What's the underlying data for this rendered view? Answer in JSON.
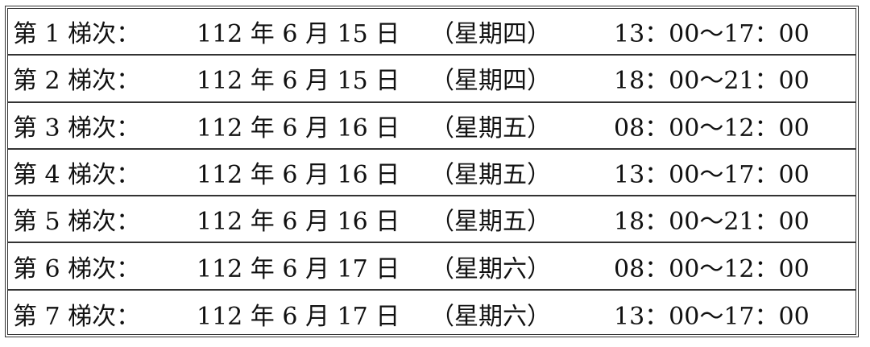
{
  "rows": [
    {
      "session": "第 1 梯次：",
      "date": "112 年 6 月 15 日",
      "weekday": "（星期四）",
      "time": "13：00～17：00"
    },
    {
      "session": "第 2 梯次：",
      "date": "112 年 6 月 15 日",
      "weekday": "（星期四）",
      "time": "18：00～21：00"
    },
    {
      "session": "第 3 梯次：",
      "date": "112 年 6 月 16 日",
      "weekday": "（星期五）",
      "time": "08：00～12：00"
    },
    {
      "session": "第 4 梯次：",
      "date": "112 年 6 月 16 日",
      "weekday": "（星期五）",
      "time": "13：00～17：00"
    },
    {
      "session": "第 5 梯次：",
      "date": "112 年 6 月 16 日",
      "weekday": "（星期五）",
      "time": "18：00～21：00"
    },
    {
      "session": "第 6 梯次：",
      "date": "112 年 6 月 17 日",
      "weekday": "（星期六）",
      "time": "08：00～12：00"
    },
    {
      "session": "第 7 梯次：",
      "date": "112 年 6 月 17 日",
      "weekday": "（星期六）",
      "time": "13：00～17：00"
    }
  ]
}
